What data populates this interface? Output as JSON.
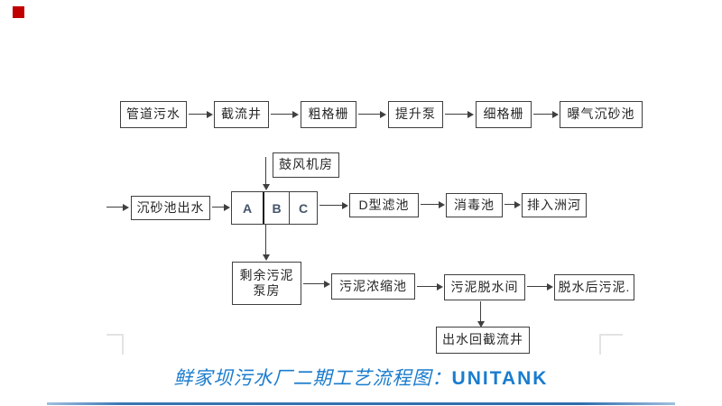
{
  "flowchart": {
    "row1": {
      "pipe_sewage": "管道污水",
      "intercept_well": "截流井",
      "coarse_screen": "粗格栅",
      "lift_pump": "提升泵",
      "fine_screen": "细格栅",
      "aerated_grit": "曝气沉砂池"
    },
    "row2": {
      "blower_room": "鼓风机房",
      "grit_effluent": "沉砂池出水",
      "unitank_cells": {
        "a": "A",
        "b": "B",
        "c": "C"
      },
      "d_filter": "D型滤池",
      "disinfect_tank": "消毒池",
      "discharge_river": "排入洲河"
    },
    "row3": {
      "surplus_pump_line1": "剩余污泥",
      "surplus_pump_line2": "泵房",
      "sludge_thickener": "污泥浓缩池",
      "sludge_dewater": "污泥脱水间",
      "dewatered_sludge": "脱水后污泥.",
      "effluent_return": "出水回截流井"
    }
  },
  "caption": {
    "cn": "鲜家坝污水厂二期工艺流程图：",
    "en": "UNITANK",
    "color": "#1a7cce"
  },
  "decorations": {
    "red_square_color": "#c00000",
    "bottom_rule_color": "#2e6dad",
    "box_border_color": "#3f3f3f",
    "corner_mark_color": "#e3e3e3"
  }
}
